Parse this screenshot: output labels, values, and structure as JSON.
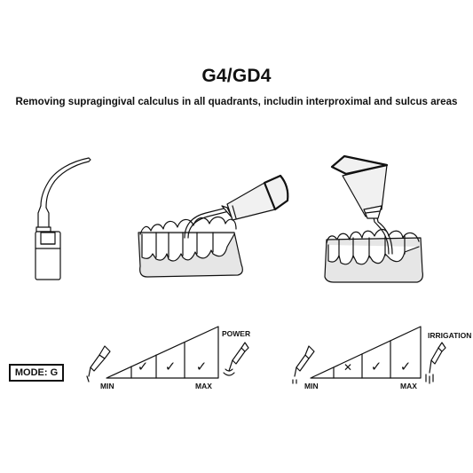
{
  "header": {
    "title": "G4/GD4",
    "subtitle": "Removing supragingival calculus in all quadrants, includin interproximal and sulcus areas"
  },
  "mode": {
    "label": "MODE: G"
  },
  "scales": [
    {
      "name": "power",
      "heading": "POWER",
      "min_label": "MIN",
      "max_label": "MAX",
      "levels": [
        {
          "mark": "check"
        },
        {
          "mark": "check"
        },
        {
          "mark": "check"
        }
      ]
    },
    {
      "name": "irrigation",
      "heading": "IRRIGATION",
      "min_label": "MIN",
      "max_label": "MAX",
      "levels": [
        {
          "mark": "cross"
        },
        {
          "mark": "check"
        },
        {
          "mark": "check"
        }
      ]
    }
  ],
  "marks": {
    "check": "✓",
    "cross": "✕"
  },
  "colors": {
    "ink": "#111111",
    "gum": "#e6e6e6",
    "tooth": "#ffffff",
    "metal": "#f1f1f1"
  }
}
